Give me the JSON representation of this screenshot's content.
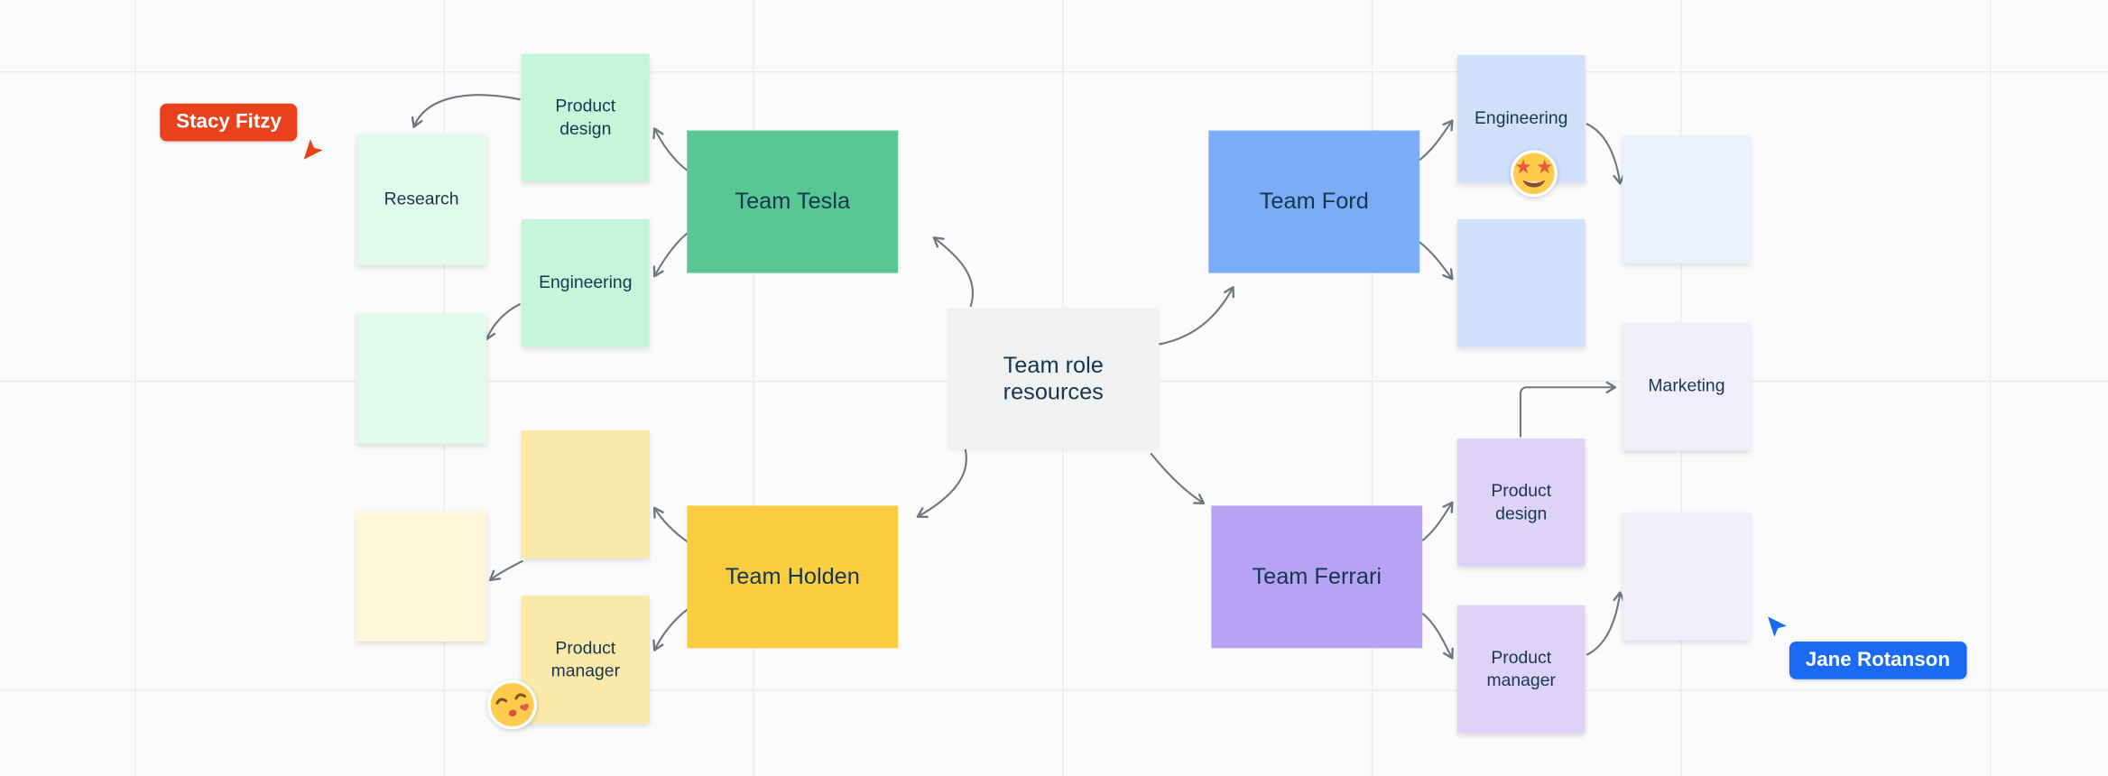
{
  "canvas": {
    "background": "#fbfbfc",
    "grid_line_color": "#ececee",
    "connector_color": "#6f7680"
  },
  "central_node": {
    "label": "Team role resources",
    "color": "#f0f1f2"
  },
  "teams": {
    "tesla": {
      "label": "Team Tesla",
      "color": "#59c794"
    },
    "ford": {
      "label": "Team Ford",
      "color": "#7badf7"
    },
    "holden": {
      "label": "Team Holden",
      "color": "#fcce3f"
    },
    "ferrari": {
      "label": "Team Ferrari",
      "color": "#b7a3f4"
    }
  },
  "stickies": {
    "tesla_product_design": {
      "label": "Product design",
      "color": "#c7f5da"
    },
    "tesla_research": {
      "label": "Research",
      "color": "#e0faec"
    },
    "tesla_engineering": {
      "label": "Engineering",
      "color": "#c7f5da"
    },
    "tesla_blank": {
      "label": "",
      "color": "#e0faec"
    },
    "holden_blank": {
      "label": "",
      "color": "#fbe9a9"
    },
    "holden_product_manager": {
      "label": "Product manager",
      "color": "#fbe9a9"
    },
    "holden_blank_light": {
      "label": "",
      "color": "#fdf6da"
    },
    "ford_engineering": {
      "label": "Engineering",
      "color": "#cfe0fb"
    },
    "ford_blank": {
      "label": "",
      "color": "#cfe0fb"
    },
    "ford_blank_light": {
      "label": "",
      "color": "#e9f1fd"
    },
    "marketing": {
      "label": "Marketing",
      "color": "#f1edfb"
    },
    "ferrari_product_design": {
      "label": "Product design",
      "color": "#ded2f9"
    },
    "ferrari_product_manager": {
      "label": "Product manager",
      "color": "#ded2f9"
    },
    "ferrari_blank": {
      "label": "",
      "color": "#f1edfb"
    }
  },
  "collaborators": {
    "stacy": {
      "name": "Stacy Fitzy",
      "color": "#e8411b"
    },
    "jane": {
      "name": "Jane Rotanson",
      "color": "#1a6bf2"
    }
  },
  "stickers": {
    "ford_engineering_sticker": "star-struck-emoji",
    "holden_product_manager_sticker": "face-blowing-kiss-emoji"
  }
}
